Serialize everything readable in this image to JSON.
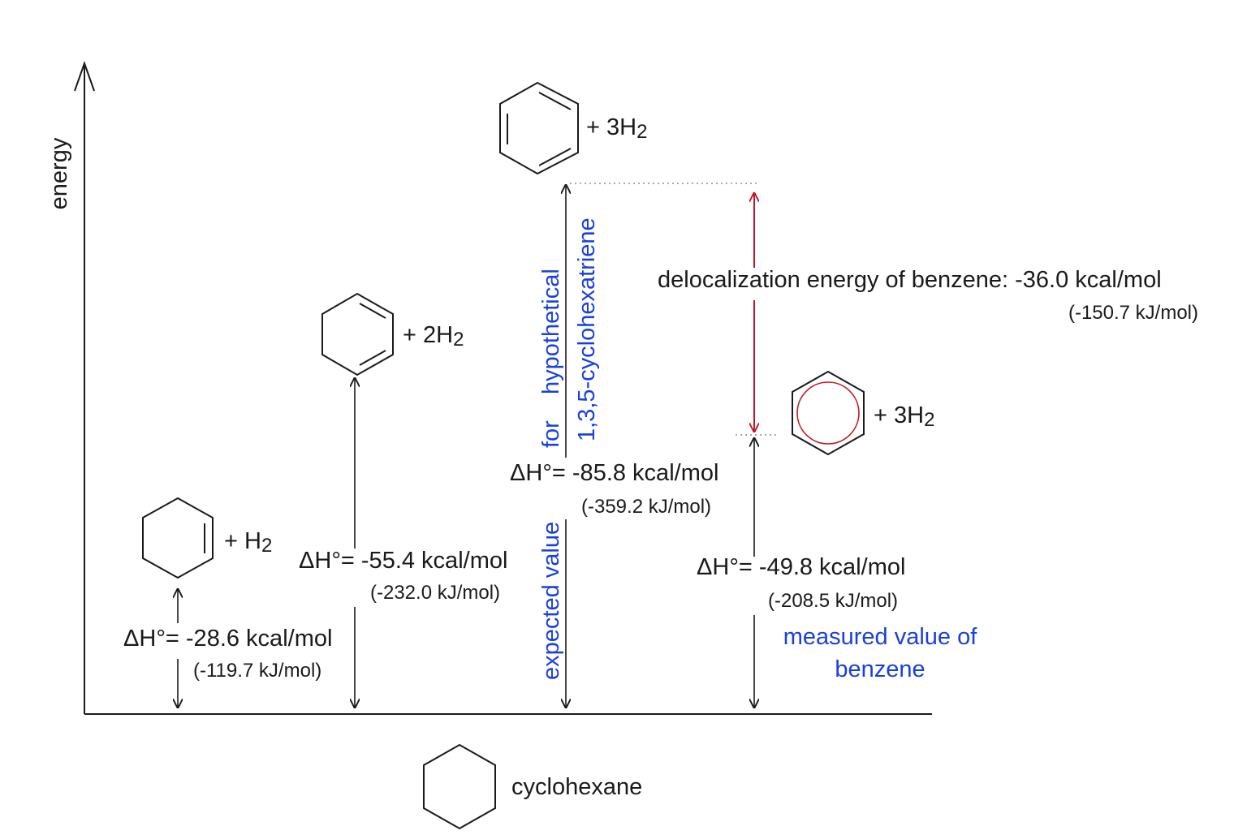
{
  "axis": {
    "y_label": "energy"
  },
  "species": {
    "cyclohexane": "cyclohexane",
    "cyclohexene_h2": "+ H",
    "cyclohexadiene_h2": "+ 2H",
    "triene_h2": "+ 3H",
    "benzene_h2": "+ 3H",
    "subscript": "2"
  },
  "steps": {
    "cyclohexene": {
      "dh": "ΔH°= -28.6 kcal/mol",
      "kj": "(-119.7 kJ/mol)"
    },
    "cyclohexadiene": {
      "dh": "ΔH°= -55.4 kcal/mol",
      "kj": "(-232.0 kJ/mol)"
    },
    "triene": {
      "dh": "ΔH°= -85.8 kcal/mol",
      "kj": "(-359.2 kJ/mol)"
    },
    "benzene": {
      "dh": "ΔH°= -49.8 kcal/mol",
      "kj": "(-208.5 kJ/mol)"
    }
  },
  "labels": {
    "expected_1": "expected value",
    "expected_2": "for",
    "expected_3": "hypothetical",
    "expected_4": "1,3,5-cyclohexatriene",
    "measured_1": "measured value of",
    "measured_2": "benzene",
    "deloc": "delocalization energy of benzene: -36.0 kcal/mol",
    "deloc_kj": "(-150.7 kJ/mol)"
  },
  "colors": {
    "blue_text": "#1a3fe0",
    "red_arrow": "#c0182a",
    "ink": "#1a1a1a"
  }
}
